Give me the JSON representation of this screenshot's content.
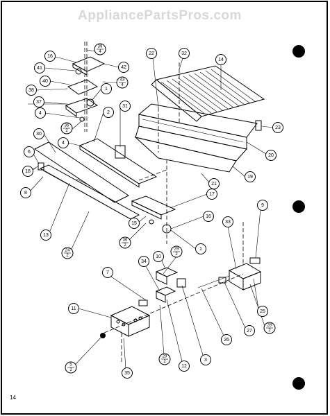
{
  "watermark": "AppliancePartsPros.com",
  "page_number": "14",
  "callouts": [
    {
      "label": "16"
    },
    {
      "label": "41"
    },
    {
      "label": "40"
    },
    {
      "label": "38"
    },
    {
      "label": "37"
    },
    {
      "label": "4"
    },
    {
      "label": "1"
    },
    {
      "label": "42"
    },
    {
      "label": "2"
    },
    {
      "label": "31"
    },
    {
      "label": "30"
    },
    {
      "label": "4"
    },
    {
      "label": "6"
    },
    {
      "label": "18"
    },
    {
      "label": "8"
    },
    {
      "label": "13"
    },
    {
      "label": "22"
    },
    {
      "label": "32"
    },
    {
      "label": "14"
    },
    {
      "label": "23"
    },
    {
      "label": "20"
    },
    {
      "label": "19"
    },
    {
      "label": "21"
    },
    {
      "label": "17"
    },
    {
      "label": "15"
    },
    {
      "label": "16"
    },
    {
      "label": "1"
    },
    {
      "label": "9"
    },
    {
      "label": "33"
    },
    {
      "label": "10"
    },
    {
      "label": "7"
    },
    {
      "label": "34"
    },
    {
      "label": "11"
    },
    {
      "label": "25"
    },
    {
      "label": "27"
    },
    {
      "label": "26"
    },
    {
      "label": "3"
    },
    {
      "label": "12"
    },
    {
      "label": "35"
    }
  ],
  "fraction_callouts": [
    {
      "num": "39",
      "den": "4"
    },
    {
      "num": "43",
      "den": "4"
    },
    {
      "num": "36",
      "den": "2"
    },
    {
      "num": "24",
      "den": "2"
    },
    {
      "num": "36",
      "den": "2"
    },
    {
      "num": "29",
      "den": "2"
    },
    {
      "num": "28",
      "den": "2"
    },
    {
      "num": "29",
      "den": "2"
    },
    {
      "num": "5",
      "den": "2"
    }
  ]
}
